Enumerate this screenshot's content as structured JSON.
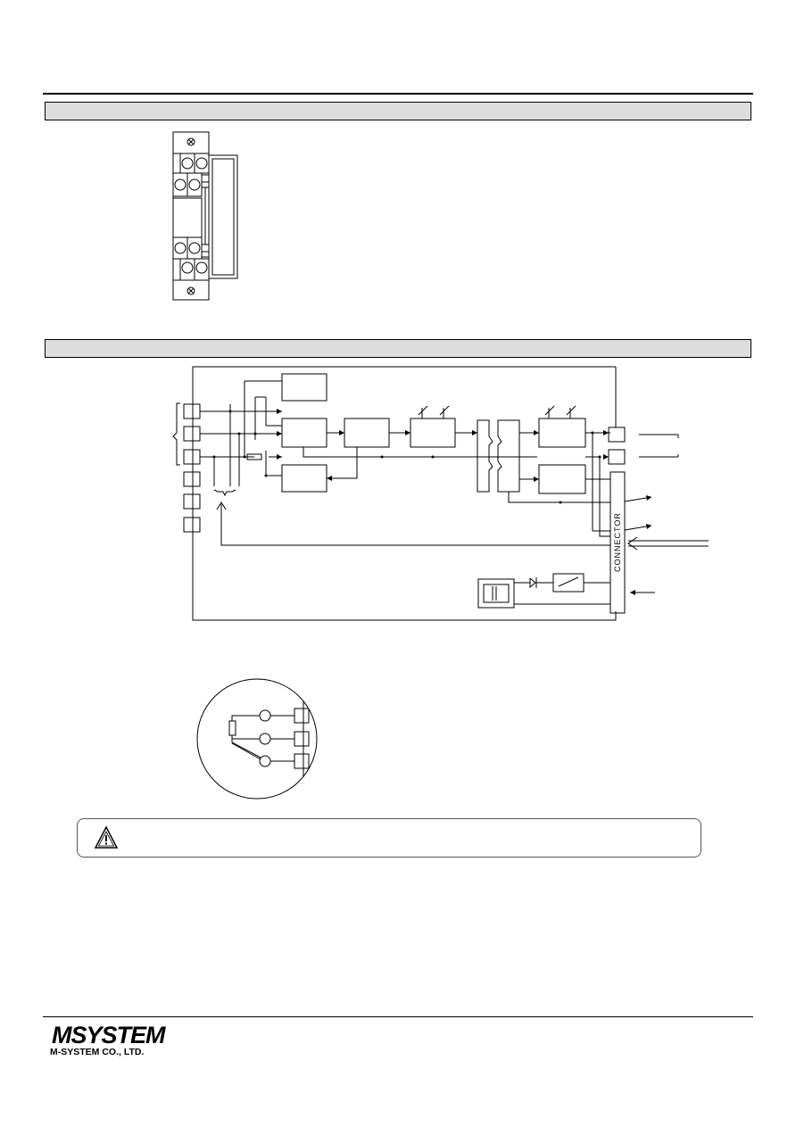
{
  "block_diagram": {
    "connector_label": "CONNECTOR"
  },
  "footer": {
    "brand_logo": "MSYSTEM",
    "company_name": "M-SYSTEM CO., LTD."
  },
  "icons": {
    "warning": "warning-triangle-icon"
  }
}
